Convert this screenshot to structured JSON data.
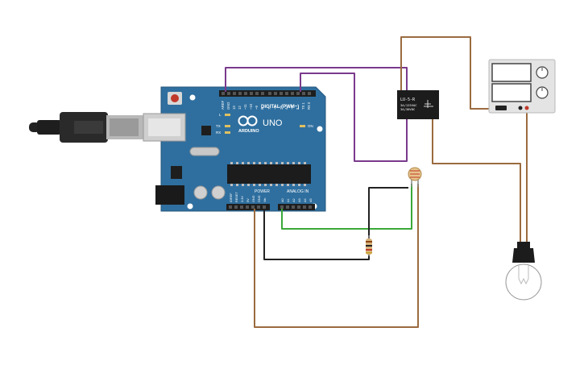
{
  "board": {
    "header_digital": "DIGITAL (PWM~)",
    "brand": "ARDUINO",
    "model": "UNO",
    "label_power": "POWER",
    "label_analog": "ANALOG IN",
    "label_on": "ON",
    "label_l": "L",
    "label_tx": "TX",
    "label_rx": "RX",
    "digital_pins": [
      "AREF",
      "GND",
      "13",
      "12",
      "~11",
      "~10",
      "~9",
      "8",
      "7",
      "~6",
      "~5",
      "4",
      "~3",
      "2",
      "TX 1",
      "RX 0"
    ],
    "power_pins": [
      "IOREF",
      "RESET",
      "3.3V",
      "5V",
      "GND",
      "GND",
      "Vin"
    ],
    "analog_pins": [
      "A0",
      "A1",
      "A2",
      "A3",
      "A4",
      "A5"
    ]
  },
  "relay": {
    "model": "LU-5-R",
    "rating1": "3A/125VAC",
    "rating2": "3A/30VDC"
  },
  "colors": {
    "board": "#2f6f9f",
    "wire_purple": "#7a3a8c",
    "wire_brown": "#9b6b3f",
    "wire_green": "#3aa83a",
    "wire_black": "#222222",
    "relay": "#1c1c1c"
  }
}
